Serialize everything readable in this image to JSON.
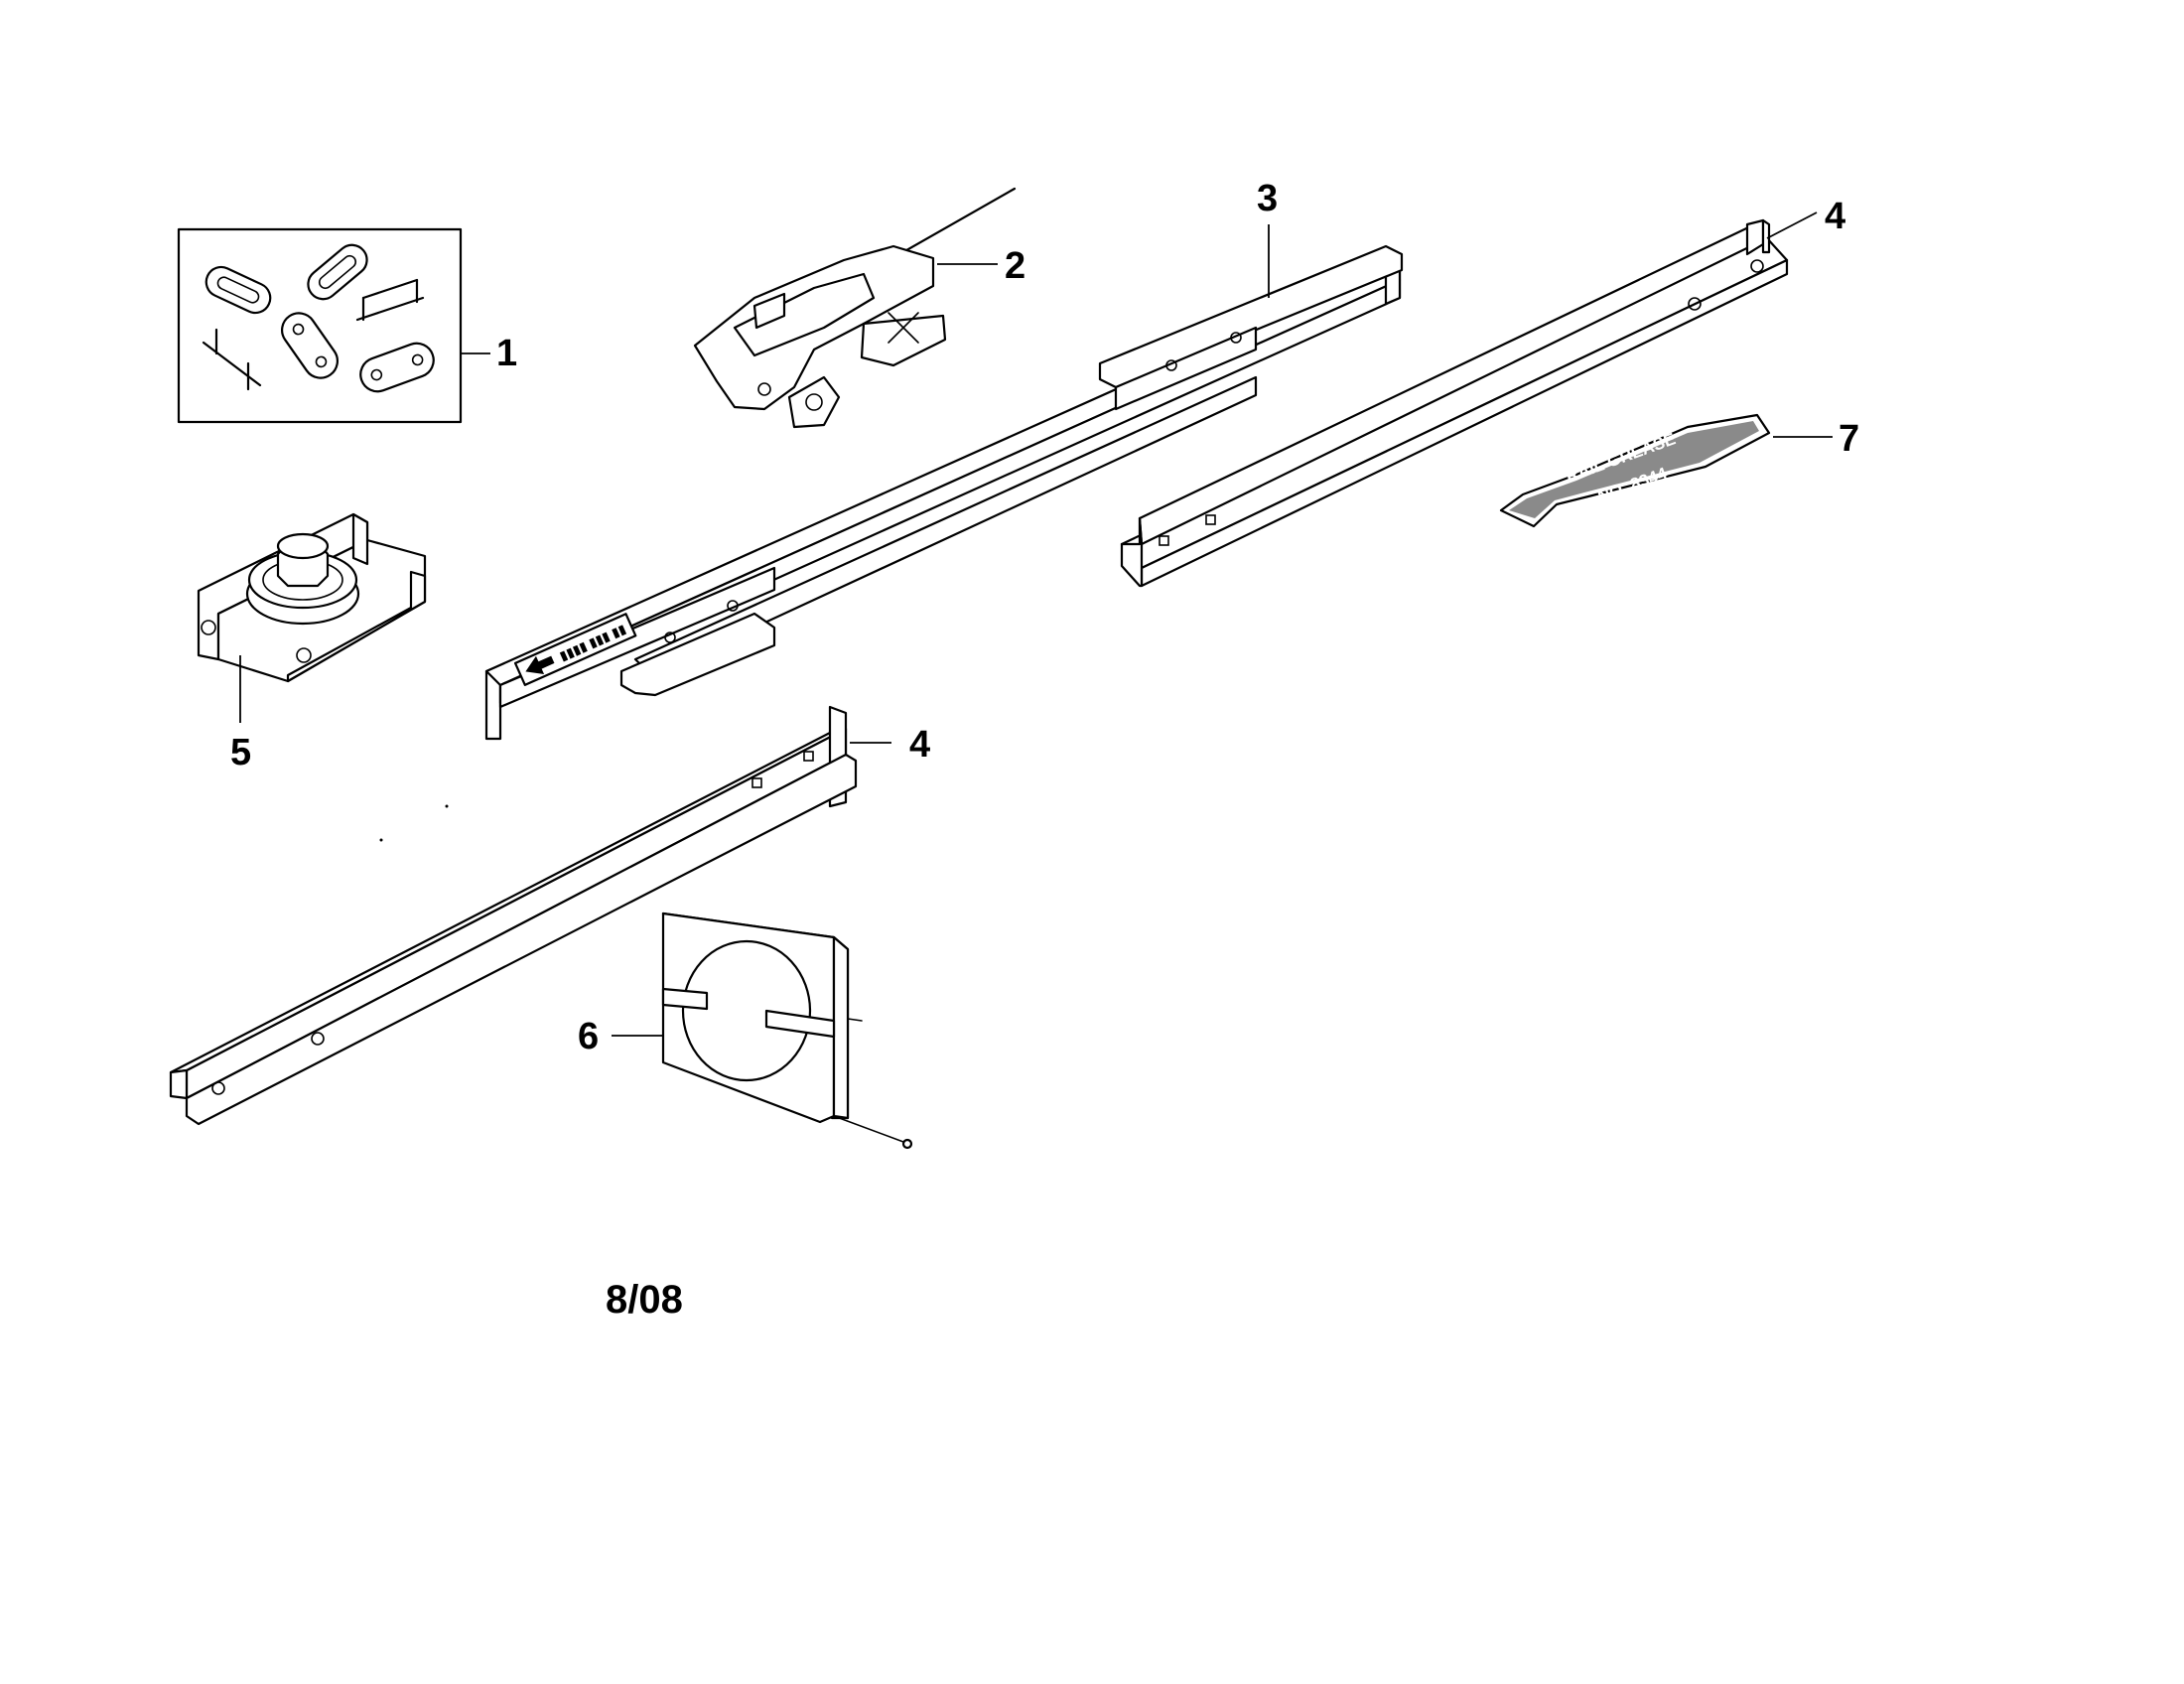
{
  "callouts": {
    "c1": "1",
    "c2": "2",
    "c3": "3",
    "c4a": "4",
    "c4b": "4",
    "c5": "5",
    "c6": "6",
    "c7": "7"
  },
  "grease_label": {
    "line1": "RAIL GREASE",
    "line2": "NO. 8344"
  },
  "date_code": "8/08",
  "colors": {
    "ink": "#000000",
    "paper": "#ffffff",
    "grease_fill": "#8a8a8a"
  }
}
